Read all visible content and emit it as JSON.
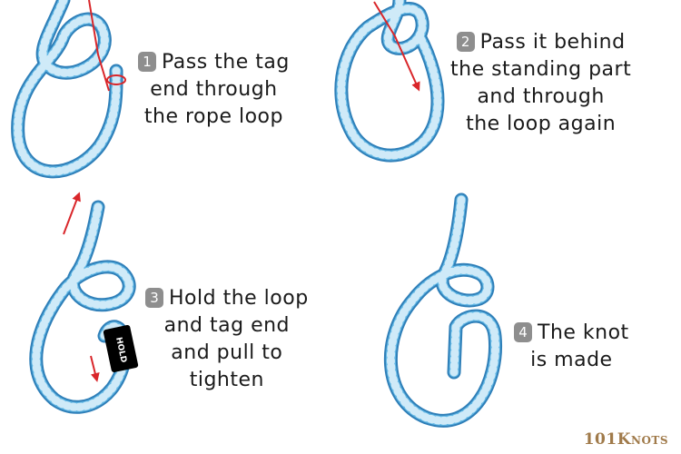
{
  "steps": [
    {
      "number": "1",
      "lines": [
        "Pass the tag",
        "end through",
        "the rope loop"
      ]
    },
    {
      "number": "2",
      "lines": [
        "Pass it behind",
        "the standing part",
        "and through",
        "the loop again"
      ]
    },
    {
      "number": "3",
      "lines": [
        "Hold the loop",
        "and tag end",
        "and pull to",
        "tighten"
      ]
    },
    {
      "number": "4",
      "lines": [
        "The knot",
        "is made"
      ]
    }
  ],
  "hold_label": "HOLD",
  "brand": {
    "prefix": "101",
    "word": "K",
    "rest": "NOTS"
  },
  "colors": {
    "rope": "#5fb6e4",
    "rope_edge": "#2f7fb8",
    "rope_stripe": "#cfeaf8",
    "arrow": "#d9262a",
    "badge": "#8e8e8e"
  }
}
